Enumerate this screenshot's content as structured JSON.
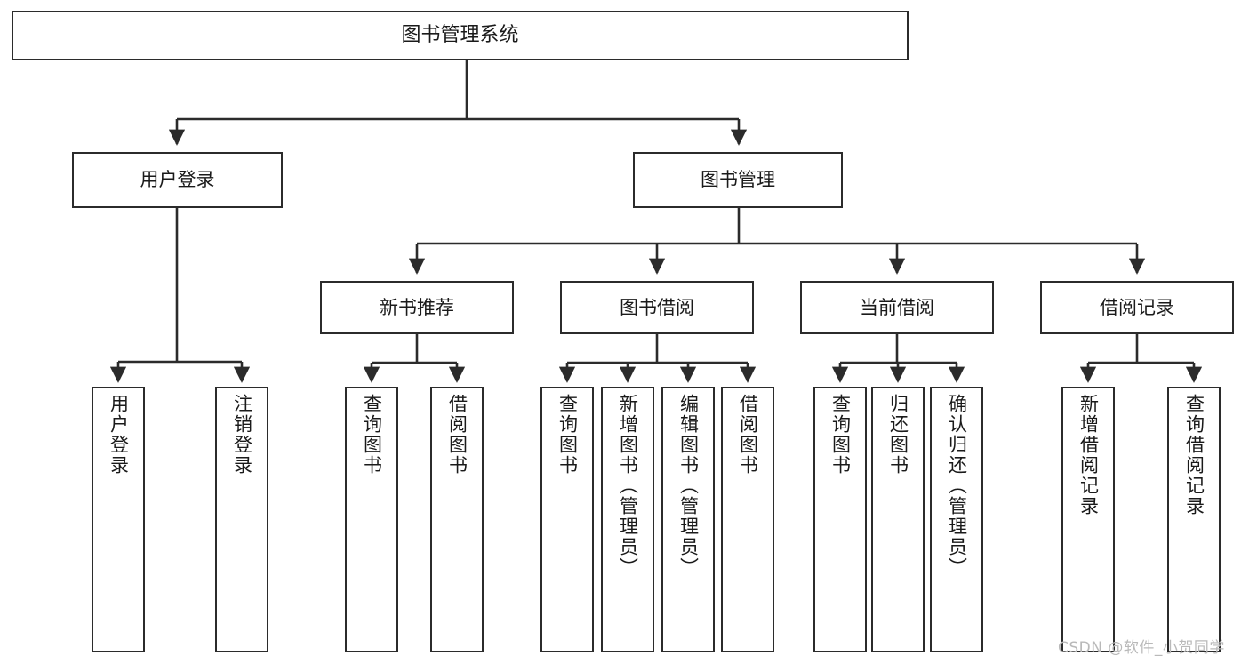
{
  "diagram": {
    "title": "图书管理系统",
    "type": "hierarchy-tree",
    "watermark": "CSDN @软件_小贺同学",
    "colors": {
      "background": "#ffffff",
      "box_border": "#2b2b2b",
      "box_fill": "#ffffff",
      "edge": "#2b2b2b",
      "text": "#1a1a1a",
      "watermark": "#b9b9b9"
    },
    "nodes": {
      "root": {
        "label": "图书管理系统"
      },
      "level2": [
        {
          "label": "用户登录"
        },
        {
          "label": "图书管理"
        }
      ],
      "level3": [
        {
          "label": "新书推荐"
        },
        {
          "label": "图书借阅"
        },
        {
          "label": "当前借阅"
        },
        {
          "label": "借阅记录"
        }
      ],
      "leaves": [
        {
          "label": "用户登录"
        },
        {
          "label": "注销登录"
        },
        {
          "label": "查询图书"
        },
        {
          "label": "借阅图书"
        },
        {
          "label": "查询图书"
        },
        {
          "label": "新增图书（管理员）"
        },
        {
          "label": "编辑图书（管理员）"
        },
        {
          "label": "借阅图书"
        },
        {
          "label": "查询图书"
        },
        {
          "label": "归还图书"
        },
        {
          "label": "确认归还（管理员）"
        },
        {
          "label": "新增借阅记录"
        },
        {
          "label": "查询借阅记录"
        }
      ]
    }
  }
}
